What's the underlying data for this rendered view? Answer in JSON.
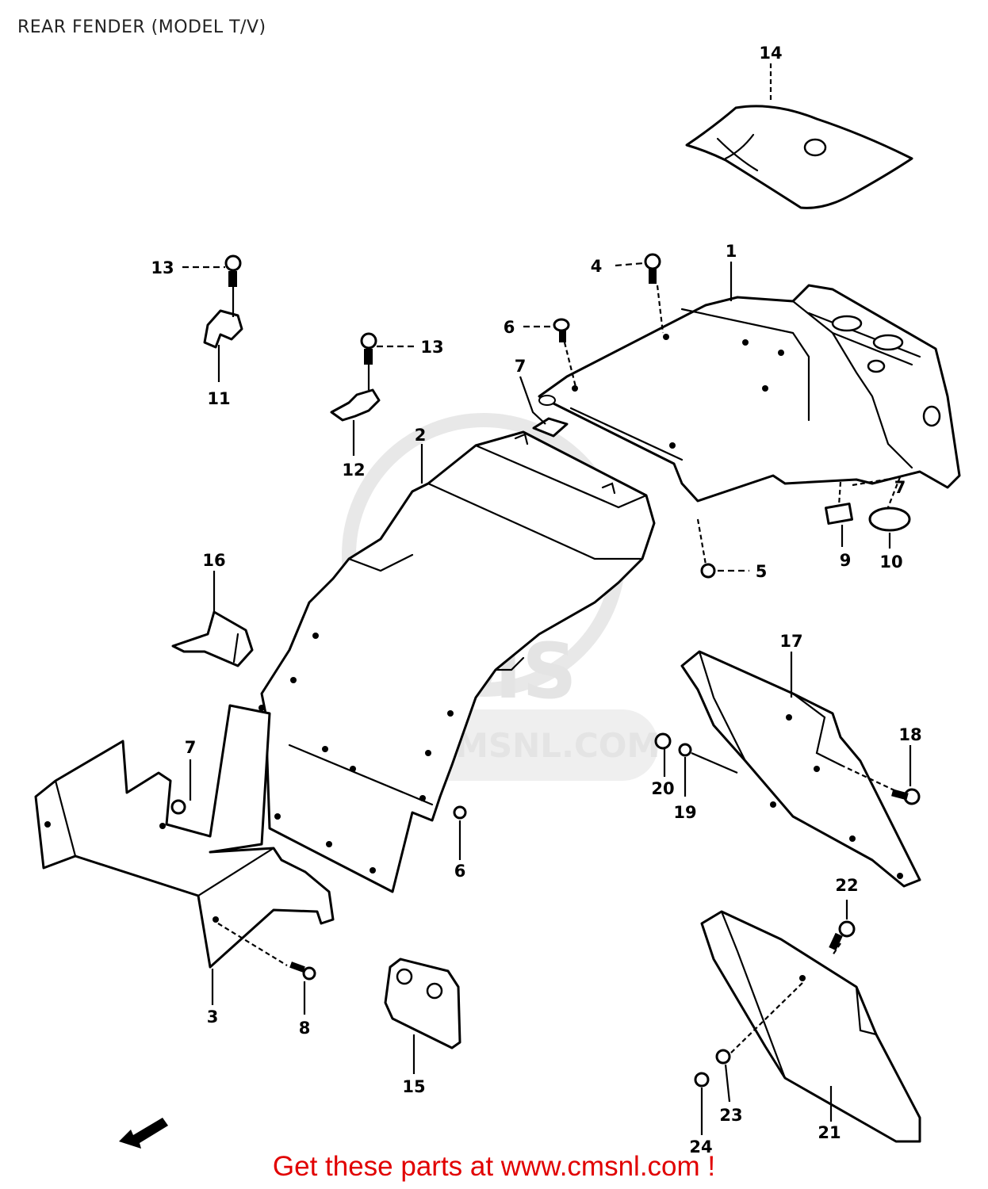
{
  "title": "REAR FENDER (MODEL T/V)",
  "footer_text": "Get these parts at www.cmsnl.com !",
  "watermark": {
    "logo_text": "CMS",
    "site_text": "WWW.CMSNL.COM"
  },
  "callouts": {
    "c1": "1",
    "c2": "2",
    "c3": "3",
    "c4": "4",
    "c5": "5",
    "c6a": "6",
    "c6b": "6",
    "c7a": "7",
    "c7b": "7",
    "c7c": "7",
    "c8": "8",
    "c9": "9",
    "c10": "10",
    "c11": "11",
    "c12": "12",
    "c13a": "13",
    "c13b": "13",
    "c14": "14",
    "c15": "15",
    "c16": "16",
    "c17": "17",
    "c18": "18",
    "c19": "19",
    "c20": "20",
    "c21": "21",
    "c22": "22",
    "c23": "23",
    "c24": "24"
  },
  "colors": {
    "footer": "#e10000",
    "watermark": "#e4e4e4",
    "ink": "#000000"
  }
}
